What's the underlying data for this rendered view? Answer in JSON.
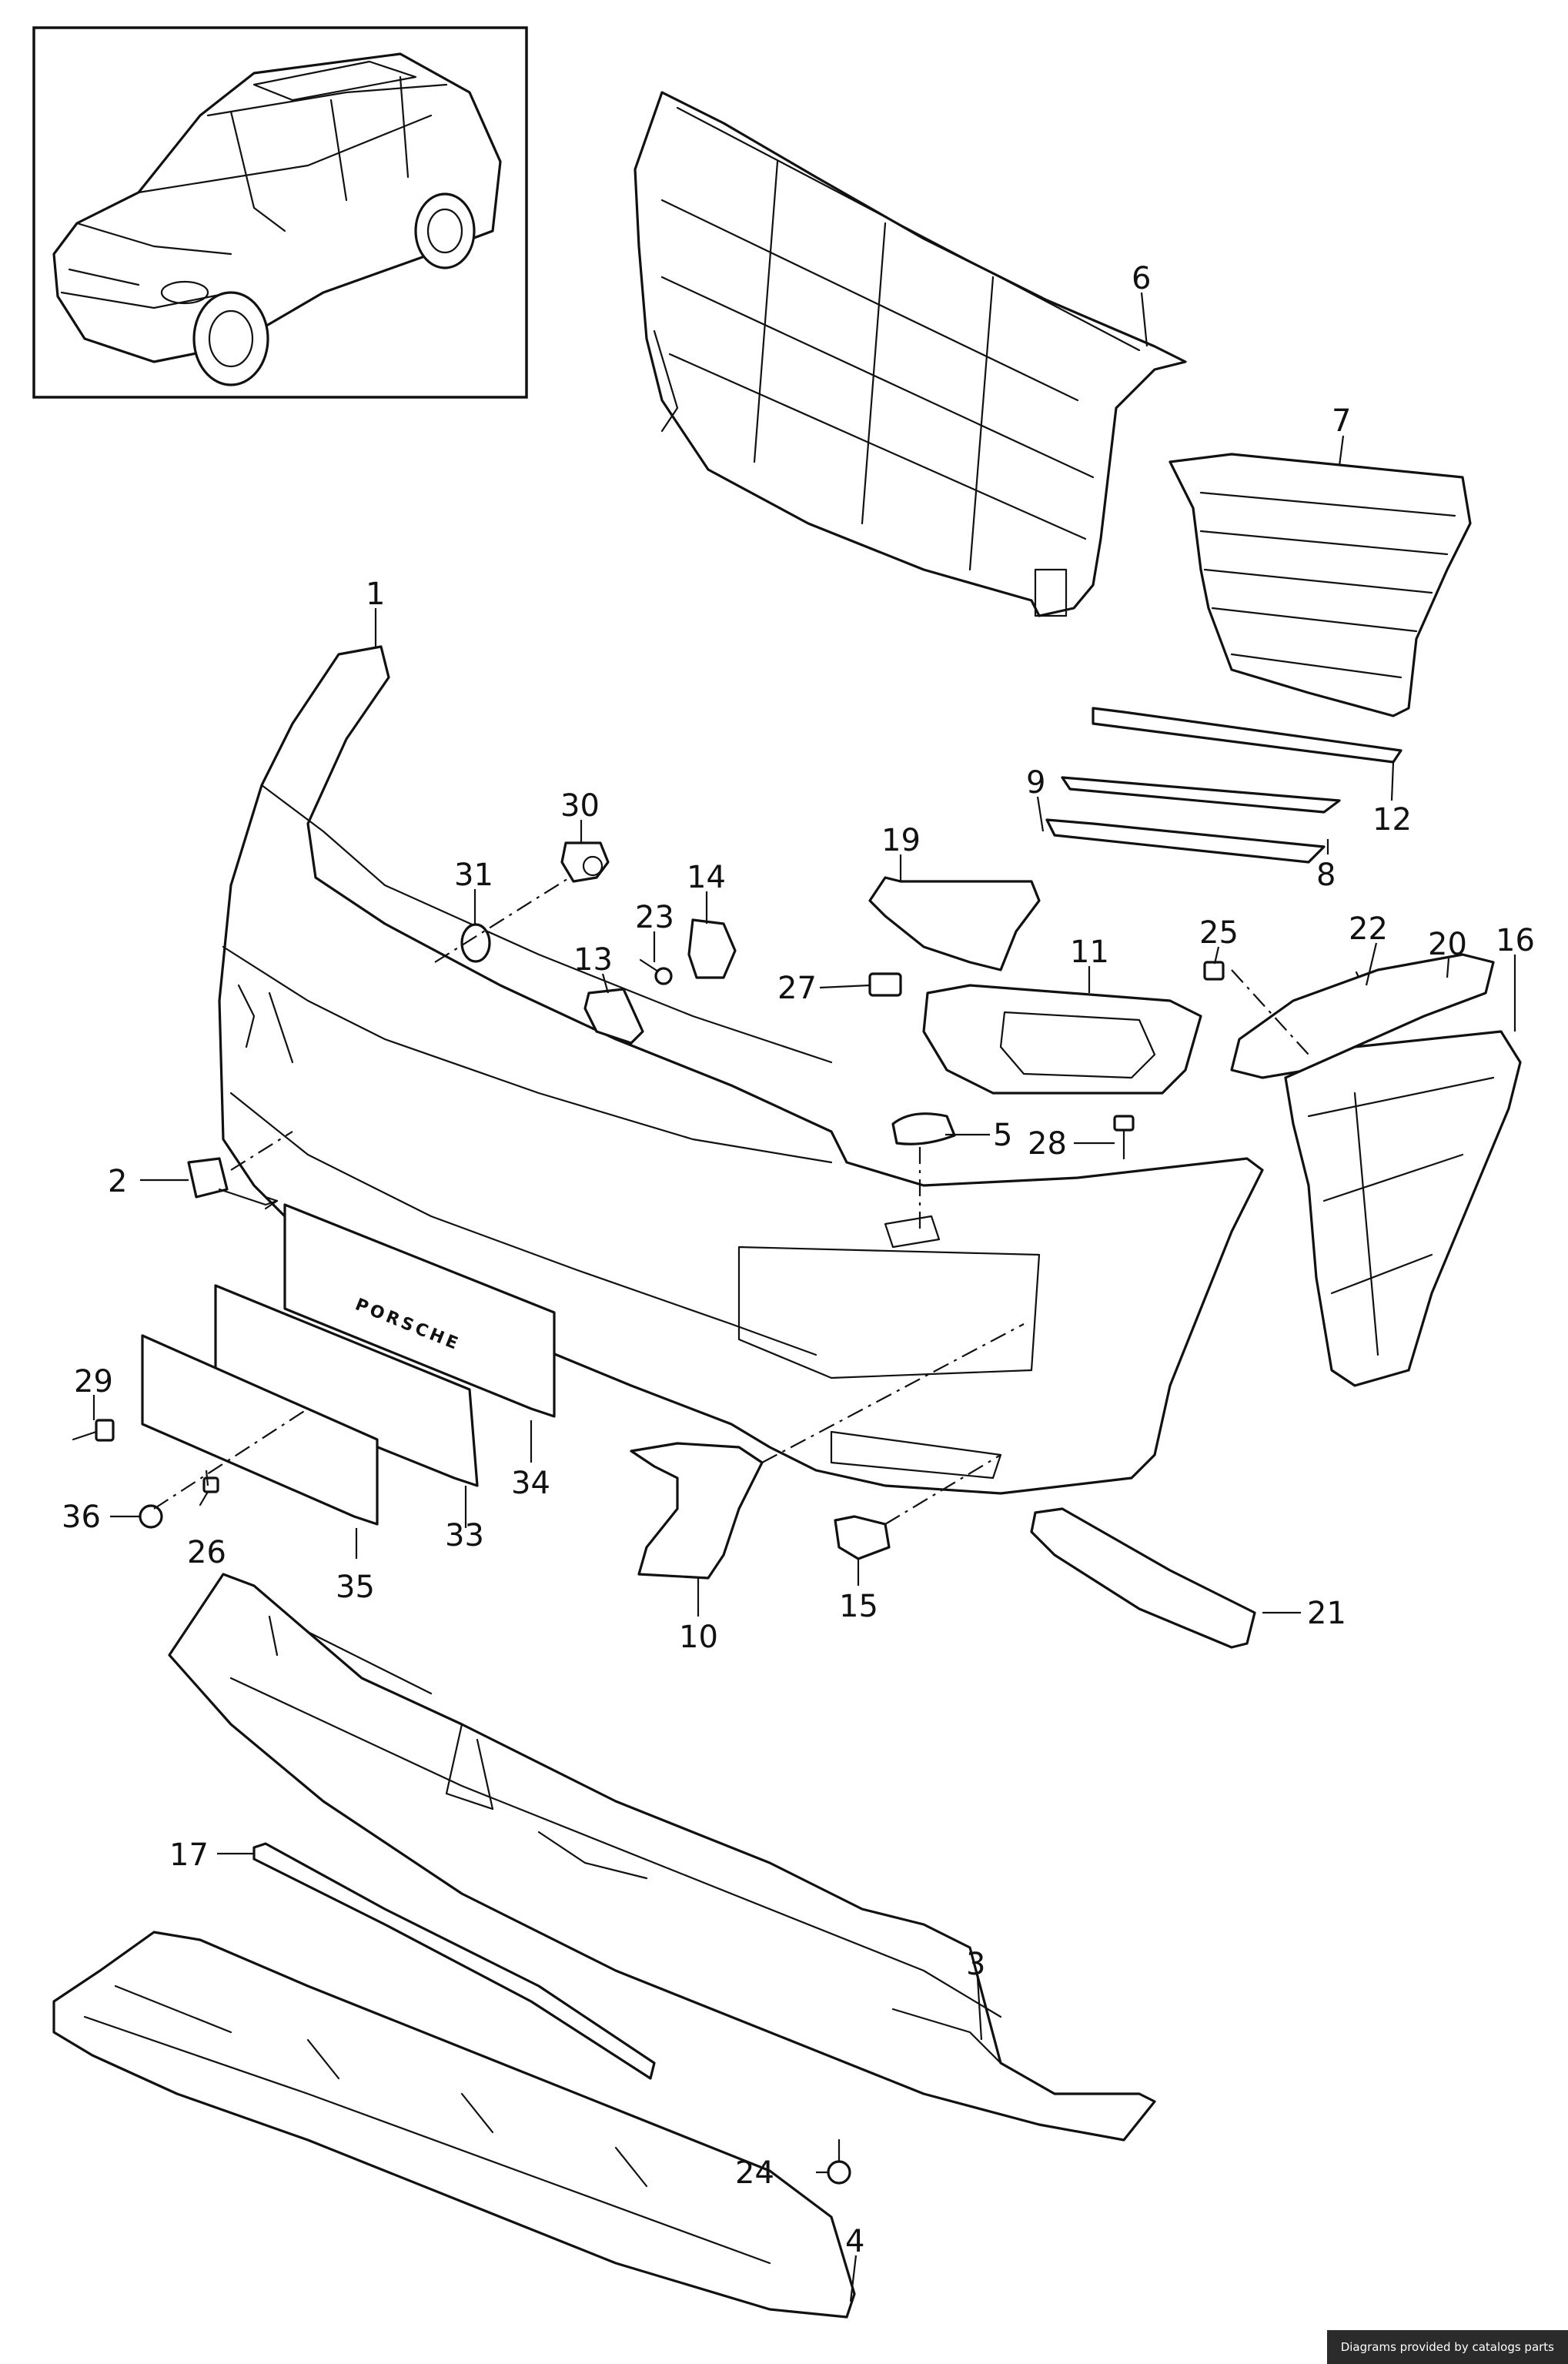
{
  "diagram": {
    "callouts": [
      "1",
      "2",
      "3",
      "4",
      "5",
      "6",
      "7",
      "8",
      "9",
      "10",
      "11",
      "12",
      "13",
      "14",
      "15",
      "16",
      "17",
      "19",
      "20",
      "21",
      "22",
      "23",
      "24",
      "25",
      "26",
      "27",
      "28",
      "29",
      "30",
      "31",
      "33",
      "34",
      "35",
      "36"
    ],
    "license_plate_text": "PORSCHE"
  },
  "footer": {
    "credit": "Diagrams provided by catalogs parts"
  }
}
